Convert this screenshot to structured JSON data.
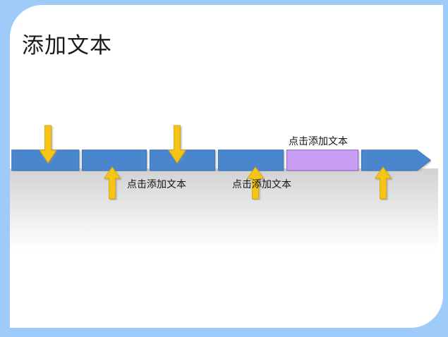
{
  "slide": {
    "title": "添加文本",
    "frame_color": "#9fcbfb",
    "canvas_color": "#ffffff"
  },
  "timeline": {
    "name": "process-arrow",
    "segment_fill_blue": "#4a86ce",
    "segment_fill_purple": "#cb9ef5",
    "segment_stroke": "#3f78bb",
    "purple_stroke": "#9a6fc8",
    "segments": [
      {
        "id": "segment-1",
        "fill": "#4a86ce",
        "label": ""
      },
      {
        "id": "segment-2",
        "fill": "#4a86ce",
        "label": ""
      },
      {
        "id": "segment-3",
        "fill": "#4a86ce",
        "label": ""
      },
      {
        "id": "segment-4",
        "fill": "#4a86ce",
        "label": ""
      },
      {
        "id": "segment-5",
        "fill": "#cb9ef5",
        "label": ""
      },
      {
        "id": "segment-6-arrowhead",
        "fill": "#4a86ce",
        "label": ""
      }
    ]
  },
  "markers": {
    "color": "#f5c518",
    "down": [
      {
        "id": "down-arrow-1"
      },
      {
        "id": "down-arrow-2"
      }
    ],
    "up": [
      {
        "id": "up-arrow-1"
      },
      {
        "id": "up-arrow-2"
      },
      {
        "id": "up-arrow-3"
      }
    ]
  },
  "labels": {
    "above_purple": "点击添加文本",
    "below_left": "点击添加文本",
    "below_middle": "点击添加文本"
  }
}
